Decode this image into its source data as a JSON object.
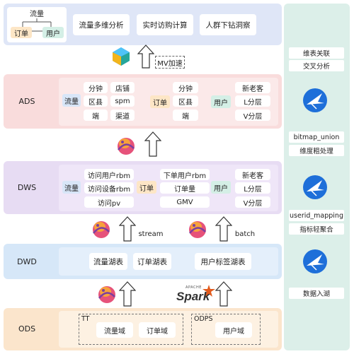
{
  "app": {
    "top": {
      "tree_root": "流量",
      "tree_left": "订单",
      "tree_right": "用户",
      "cards": [
        "流量多维分析",
        "实时访购计算",
        "人群下钻洞察"
      ]
    },
    "mv_label": "MV加速",
    "layers": {
      "ads": "ADS",
      "dws": "DWS",
      "dwd": "DWD",
      "ods": "ODS"
    },
    "ads": {
      "flow_label": "流量",
      "flow_cells": [
        "分钟",
        "店铺",
        "区县",
        "spm",
        "端",
        "渠道"
      ],
      "order_label": "订单",
      "order_cells": [
        "分钟",
        "区县",
        "端"
      ],
      "user_label": "用户",
      "user_cells": [
        "新老客",
        "L分层",
        "V分层"
      ]
    },
    "dws": {
      "flow_label": "流量",
      "flow_cells": [
        "访问用户rbm",
        "访问设备rbm",
        "访问pv"
      ],
      "order_label": "订单",
      "order_cells": [
        "下单用户rbm",
        "订单量",
        "GMV"
      ],
      "user_label": "用户",
      "user_cells": [
        "新老客",
        "L分层",
        "V分层"
      ]
    },
    "arrows": {
      "stream": "stream",
      "batch": "batch"
    },
    "dwd": {
      "cells": [
        "流量湖表",
        "订单湖表",
        "用户标签湖表"
      ]
    },
    "spark_sub": "APACHE",
    "spark_word": "Spark",
    "ods": {
      "tt_label": "TT",
      "tt_cells": [
        "流量域",
        "订单域"
      ],
      "odps_label": "ODPS",
      "odps_cells": [
        "用户域"
      ]
    },
    "side": {
      "items": [
        "维表关联",
        "交叉分析",
        "bitmap_union",
        "维度粗处理",
        "userid_mapping",
        "指标轻聚合",
        "数据入湖"
      ]
    }
  }
}
